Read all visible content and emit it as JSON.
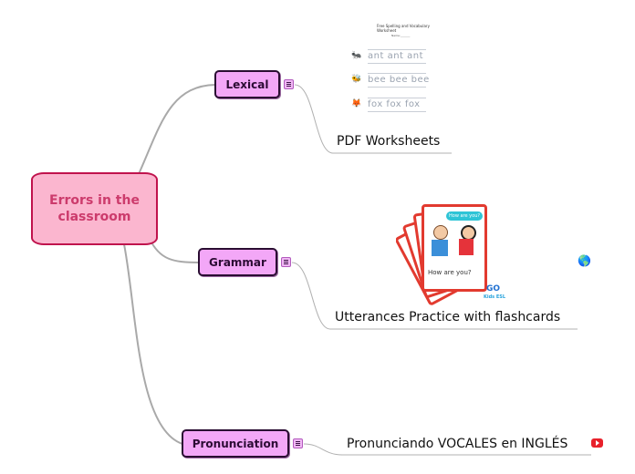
{
  "central": {
    "label": "Errors in the classroom"
  },
  "branches": [
    {
      "label": "Lexical",
      "leaf": {
        "label": "PDF Worksheets",
        "worksheet": {
          "title": "Free Spelling and Vocabulary Worksheet",
          "name_field": "Name:_______",
          "rows": [
            "ant ant ant",
            "bee bee bee",
            "fox  fox  fox"
          ]
        }
      }
    },
    {
      "label": "Grammar",
      "leaf": {
        "label": "Utterances Practice with flashcards",
        "flashcard": {
          "bubble": "How are you?",
          "caption": "How are you?",
          "brand": "GO",
          "brand_sub": "Kids ESL"
        },
        "link_icon": "globe-icon"
      }
    },
    {
      "label": "Pronunciation",
      "leaf": {
        "label": "Pronunciando VOCALES en INGLÉS",
        "link_icon": "youtube-icon"
      }
    }
  ],
  "colors": {
    "central_fill": "#fbb6cf",
    "central_border": "#c0134d",
    "central_text": "#cc3b6c",
    "branch_fill": "#f3a7f7",
    "branch_border": "#2a0d32",
    "connector": "#a9a9a9"
  }
}
